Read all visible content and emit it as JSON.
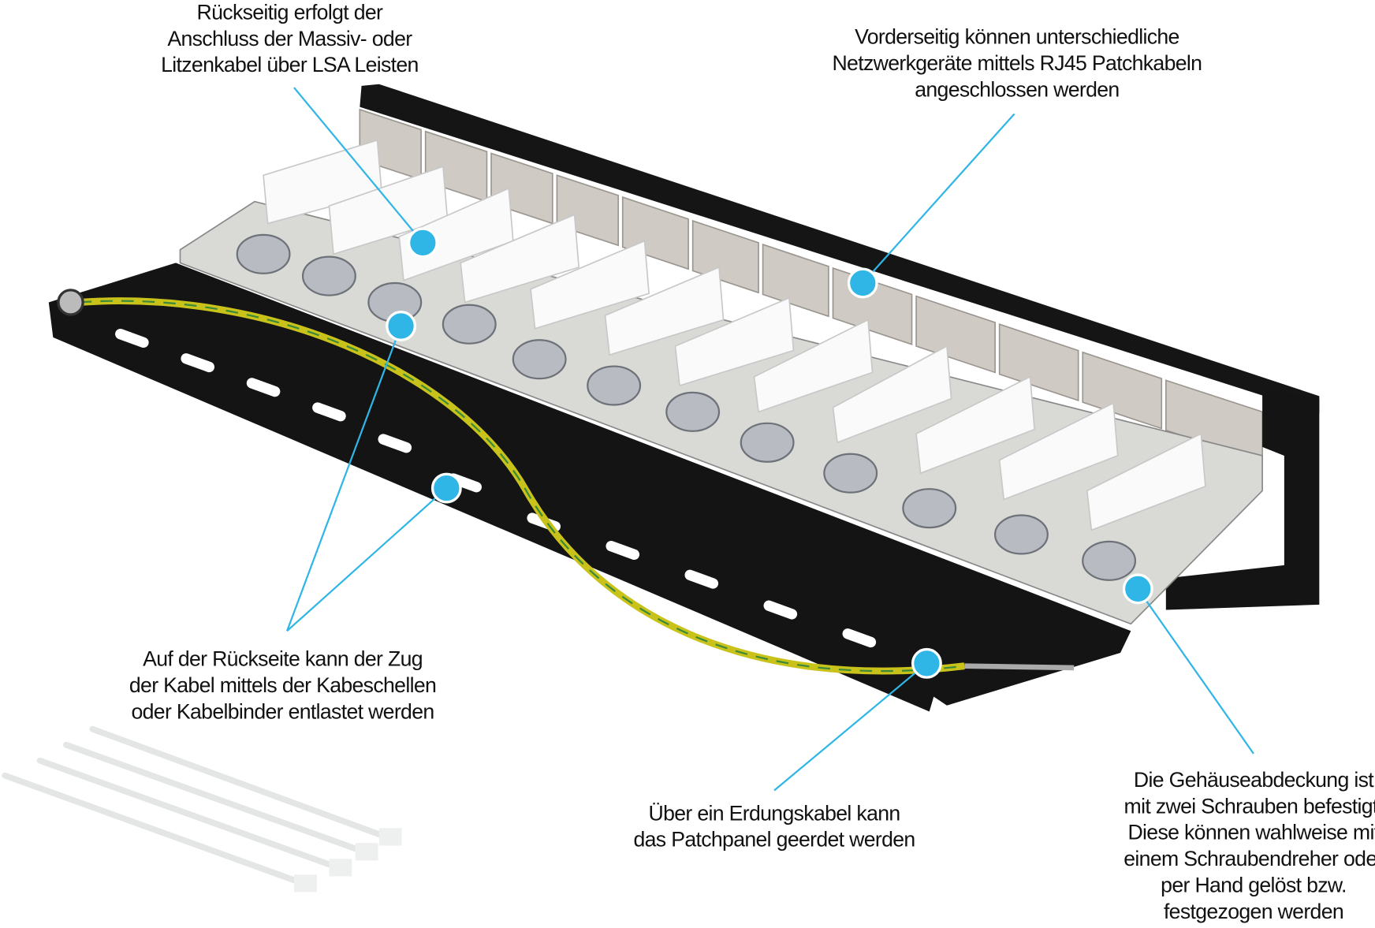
{
  "annotations": {
    "lsa_connection": {
      "lines": [
        "Rückseitig erfolgt der",
        "Anschluss der Massiv- oder",
        "Litzenkabel über LSA Leisten"
      ]
    },
    "front_rj45": {
      "lines": [
        "Vorderseitig können unterschiedliche",
        "Netzwerkgeräte mittels RJ45 Patchkabeln",
        "angeschlossen werden"
      ]
    },
    "strain_relief": {
      "lines": [
        "Auf der Rückseite kann der Zug",
        "der Kabel mittels der Kabeschellen",
        "oder Kabelbinder entlastet werden"
      ]
    },
    "grounding": {
      "lines": [
        "Über ein Erdungskabel kann",
        "das Patchpanel geerdet werden"
      ]
    },
    "housing_cover": {
      "lines": [
        "Die Gehäuseabdeckung ist",
        "mit zwei Schrauben befestigt.",
        "Diese können wahlweise mit",
        "einem Schraubendreher oder",
        "per Hand gelöst bzw.",
        "festgezogen werden"
      ]
    }
  },
  "colors": {
    "callout": "#2fb6e6",
    "panel": "#111111",
    "ground_cable": "#c9c21a"
  }
}
